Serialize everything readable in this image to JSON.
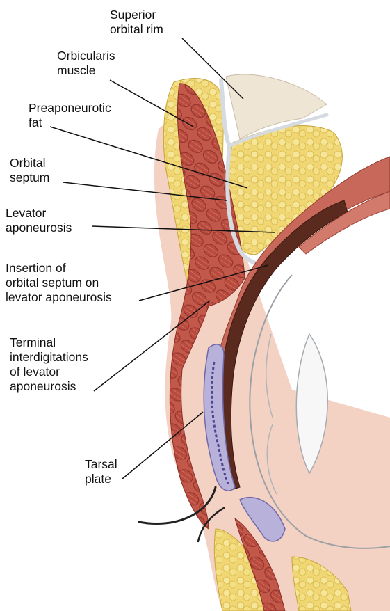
{
  "labels": {
    "superior_orbital_rim": [
      "Superior",
      "orbital rim"
    ],
    "orbicularis_muscle": [
      "Orbicularis",
      "muscle"
    ],
    "preaponeurotic_fat": [
      "Preaponeurotic",
      "fat"
    ],
    "orbital_septum": [
      "Orbital",
      "septum"
    ],
    "levator_aponeurosis": [
      "Levator",
      "aponeurosis"
    ],
    "septum_insertion": [
      "Insertion of",
      "orbital septum on",
      "levator aponeurosis"
    ],
    "terminal_interdigitations": [
      "Terminal",
      "interdigitations",
      "of levator",
      "aponeurosis"
    ],
    "tarsal_plate": [
      "Tarsal",
      "plate"
    ]
  },
  "colors": {
    "muscle": "#c65a4a",
    "fat": "#ecd36a",
    "bone": "#eee3d2",
    "septum": "#d9dde3",
    "levator": "#5a2a1e",
    "tarsus": "#b6b0d8",
    "skin": "#f1cbbd",
    "leader": "#111111"
  }
}
